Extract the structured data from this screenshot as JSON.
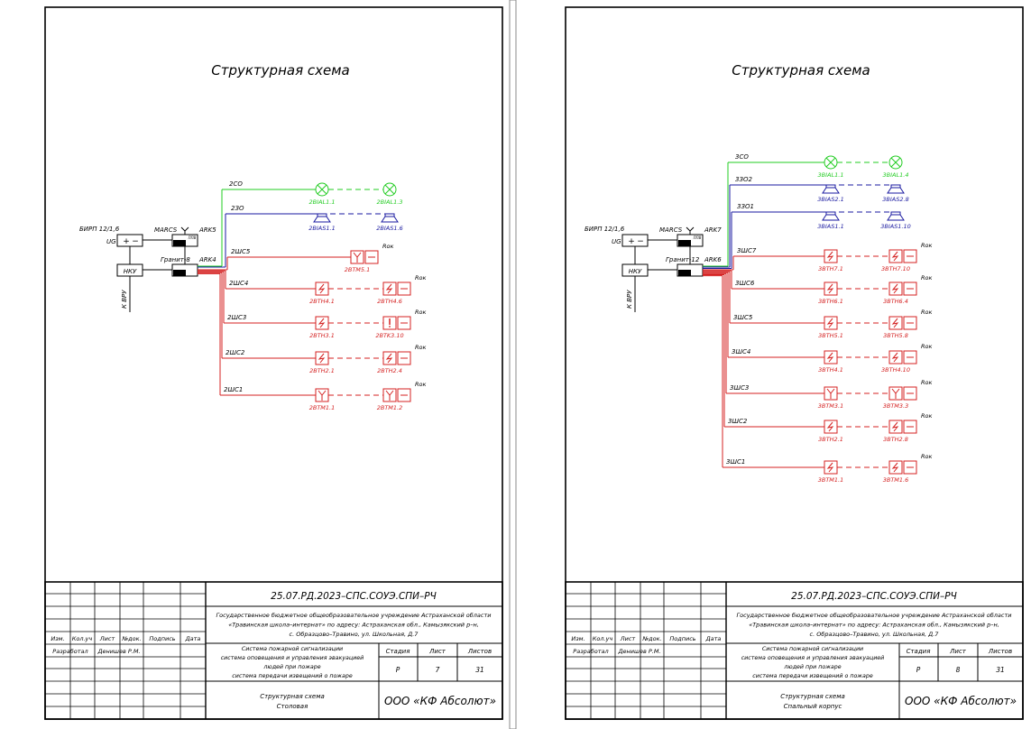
{
  "colors": {
    "fire_loop": "#d42020",
    "light_signal": "#22cc22",
    "speaker": "#1a1aa0",
    "ink": "#000000"
  },
  "sheets": [
    {
      "title": "Структурная схема",
      "equipment": {
        "psu": "БИРП 12/1,6",
        "ug": "UG",
        "plus": "+",
        "minus": "−",
        "nku": "НКУ",
        "marcs": "MARCS",
        "ark_top": "ARK5",
        "tag": "ППВ",
        "panel": "Гранит-8",
        "ark_panel": "ARK4",
        "vru": "К ВРУ"
      },
      "co": {
        "label": "2СО",
        "devices": [
          "2BIAL1.1",
          "2BIAL1.3"
        ]
      },
      "so": [
        {
          "label": "2ЗО",
          "devices": [
            "2BIAS1.1",
            "2BIAS1.6"
          ]
        }
      ],
      "loops": [
        {
          "label": "2ШС5",
          "end": "Rок",
          "devices": [
            {
              "label": "2BTM5.1",
              "type": "manual"
            }
          ]
        },
        {
          "label": "2ШС4",
          "end": "Rок",
          "devices": [
            {
              "label": "2BTH4.1",
              "type": "heat"
            },
            {
              "label": "2BTH4.6",
              "type": "heat"
            }
          ]
        },
        {
          "label": "2ШС3",
          "end": "Rок",
          "devices": [
            {
              "label": "2BTH3.1",
              "type": "heat"
            },
            {
              "label": "2BTK3.10",
              "type": "max"
            }
          ]
        },
        {
          "label": "2ШС2",
          "end": "Rок",
          "devices": [
            {
              "label": "2BTH2.1",
              "type": "heat"
            },
            {
              "label": "2BTH2.4",
              "type": "heat"
            }
          ]
        },
        {
          "label": "2ШС1",
          "end": "Rок",
          "devices": [
            {
              "label": "2BTM1.1",
              "type": "manual"
            },
            {
              "label": "2BTM1.2",
              "type": "manual"
            }
          ]
        }
      ],
      "titleblock": {
        "headers": [
          "Изм.",
          "Кол.уч",
          "Лист",
          "№док.",
          "Подпись",
          "Дата"
        ],
        "role": "Разработал",
        "name": "Денишев Р.М.",
        "code": "25.07.РД.2023–СПС.СОУЭ.СПИ–РЧ",
        "org": [
          "Государственное бюджетное общеобразовательное учреждение Астраханской области",
          "«Травинская школа–интернат» по адресу: Астраханская обл., Камызякский р–н,",
          "с. Образцово–Травино, ул. Школьная, Д.7"
        ],
        "system": [
          "Система пожарной сигнализации",
          "система оповещения и управления эвакуацией",
          "людей при пожаре",
          "система передачи извещений о пожаре"
        ],
        "stage_headers": [
          "Стадия",
          "Лист",
          "Листов"
        ],
        "stage_values": [
          "Р",
          "7",
          "31"
        ],
        "sheet_title": [
          "Структурная схема",
          "Столовая"
        ],
        "firm": "ООО «КФ Абсолют»"
      }
    },
    {
      "title": "Структурная схема",
      "equipment": {
        "psu": "БИРП 12/1,6",
        "ug": "UG",
        "plus": "+",
        "minus": "−",
        "nku": "НКУ",
        "marcs": "MARCS",
        "ark_top": "ARK7",
        "tag": "ППВ",
        "panel": "Гранит-12",
        "ark_panel": "ARK6",
        "vru": "К ВРУ"
      },
      "co": {
        "label": "3СО",
        "devices": [
          "3BIAL1.1",
          "3BIAL1.4"
        ]
      },
      "so": [
        {
          "label": "3ЗО2",
          "devices": [
            "3BIAS2.1",
            "3BIAS2.8"
          ]
        },
        {
          "label": "3ЗО1",
          "devices": [
            "3BIAS1.1",
            "3BIAS1.10"
          ]
        }
      ],
      "loops": [
        {
          "label": "3ШС7",
          "end": "Rок",
          "devices": [
            {
              "label": "3BTH7.1",
              "type": "heat"
            },
            {
              "label": "3BTH7.10",
              "type": "heat"
            }
          ]
        },
        {
          "label": "3ШС6",
          "end": "Rок",
          "devices": [
            {
              "label": "3BTH6.1",
              "type": "heat"
            },
            {
              "label": "3BTH6.4",
              "type": "heat"
            }
          ]
        },
        {
          "label": "3ШС5",
          "end": "Rок",
          "devices": [
            {
              "label": "3BTH5.1",
              "type": "heat"
            },
            {
              "label": "3BTH5.8",
              "type": "heat"
            }
          ]
        },
        {
          "label": "3ШС4",
          "end": "Rок",
          "devices": [
            {
              "label": "3BTH4.1",
              "type": "heat"
            },
            {
              "label": "3BTH4.10",
              "type": "heat"
            }
          ]
        },
        {
          "label": "3ШС3",
          "end": "Rок",
          "devices": [
            {
              "label": "3BTM3.1",
              "type": "manual"
            },
            {
              "label": "3BTM3.3",
              "type": "manual"
            }
          ]
        },
        {
          "label": "3ШС2",
          "end": "Rок",
          "devices": [
            {
              "label": "3BTH2.1",
              "type": "heat"
            },
            {
              "label": "3BTH2.8",
              "type": "heat"
            }
          ]
        },
        {
          "label": "3ШС1",
          "end": "Rок",
          "devices": [
            {
              "label": "3BTM1.1",
              "type": "heat"
            },
            {
              "label": "3BTM1.6",
              "type": "heat"
            }
          ]
        }
      ],
      "titleblock": {
        "headers": [
          "Изм.",
          "Кол.уч",
          "Лист",
          "№док.",
          "Подпись",
          "Дата"
        ],
        "role": "Разработал",
        "name": "Денишев Р.М.",
        "code": "25.07.РД.2023–СПС.СОУЭ.СПИ–РЧ",
        "org": [
          "Государственное бюджетное общеобразовательное учреждение Астраханской области",
          "«Травинская школа–интернат» по адресу: Астраханская обл., Камызякский р–н,",
          "с. Образцово–Травино, ул. Школьная, Д.7"
        ],
        "system": [
          "Система пожарной сигнализации",
          "система оповещения и управления эвакуацией",
          "людей при пожаре",
          "система передачи извещений о пожаре"
        ],
        "stage_headers": [
          "Стадия",
          "Лист",
          "Листов"
        ],
        "stage_values": [
          "Р",
          "8",
          "31"
        ],
        "sheet_title": [
          "Структурная схема",
          "Спальный корпус"
        ],
        "firm": "ООО «КФ Абсолют»"
      }
    }
  ]
}
